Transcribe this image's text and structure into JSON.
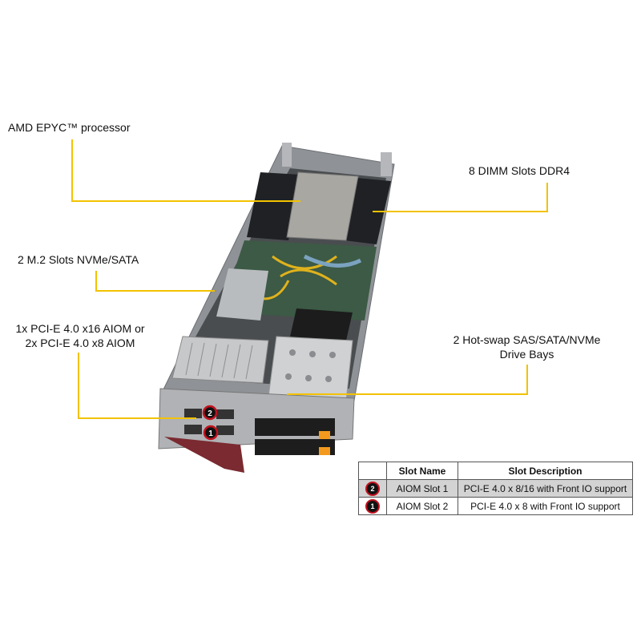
{
  "callouts": {
    "processor": "AMD EPYC™ processor",
    "dimm": "8 DIMM Slots DDR4",
    "m2": "2 M.2 Slots NVMe/SATA",
    "aiom_line1": "1x PCI-E 4.0 x16 AIOM  or",
    "aiom_line2": "2x PCI-E 4.0 x8 AIOM",
    "drive_line1": "2 Hot-swap  SAS/SATA/NVMe",
    "drive_line2": "Drive Bays"
  },
  "image_badges": [
    "2",
    "1"
  ],
  "table": {
    "headers": [
      "",
      "Slot Name",
      "Slot Description"
    ],
    "rows": [
      {
        "badge": "2",
        "name": "AIOM Slot 1",
        "description": "PCI-E 4.0 x 8/16 with Front IO support"
      },
      {
        "badge": "1",
        "name": "AIOM Slot 2",
        "description": "PCI-E 4.0 x 8 with Front IO support"
      }
    ]
  },
  "colors": {
    "callout_line": "#f2c200",
    "badge_ring": "#c1121f"
  }
}
